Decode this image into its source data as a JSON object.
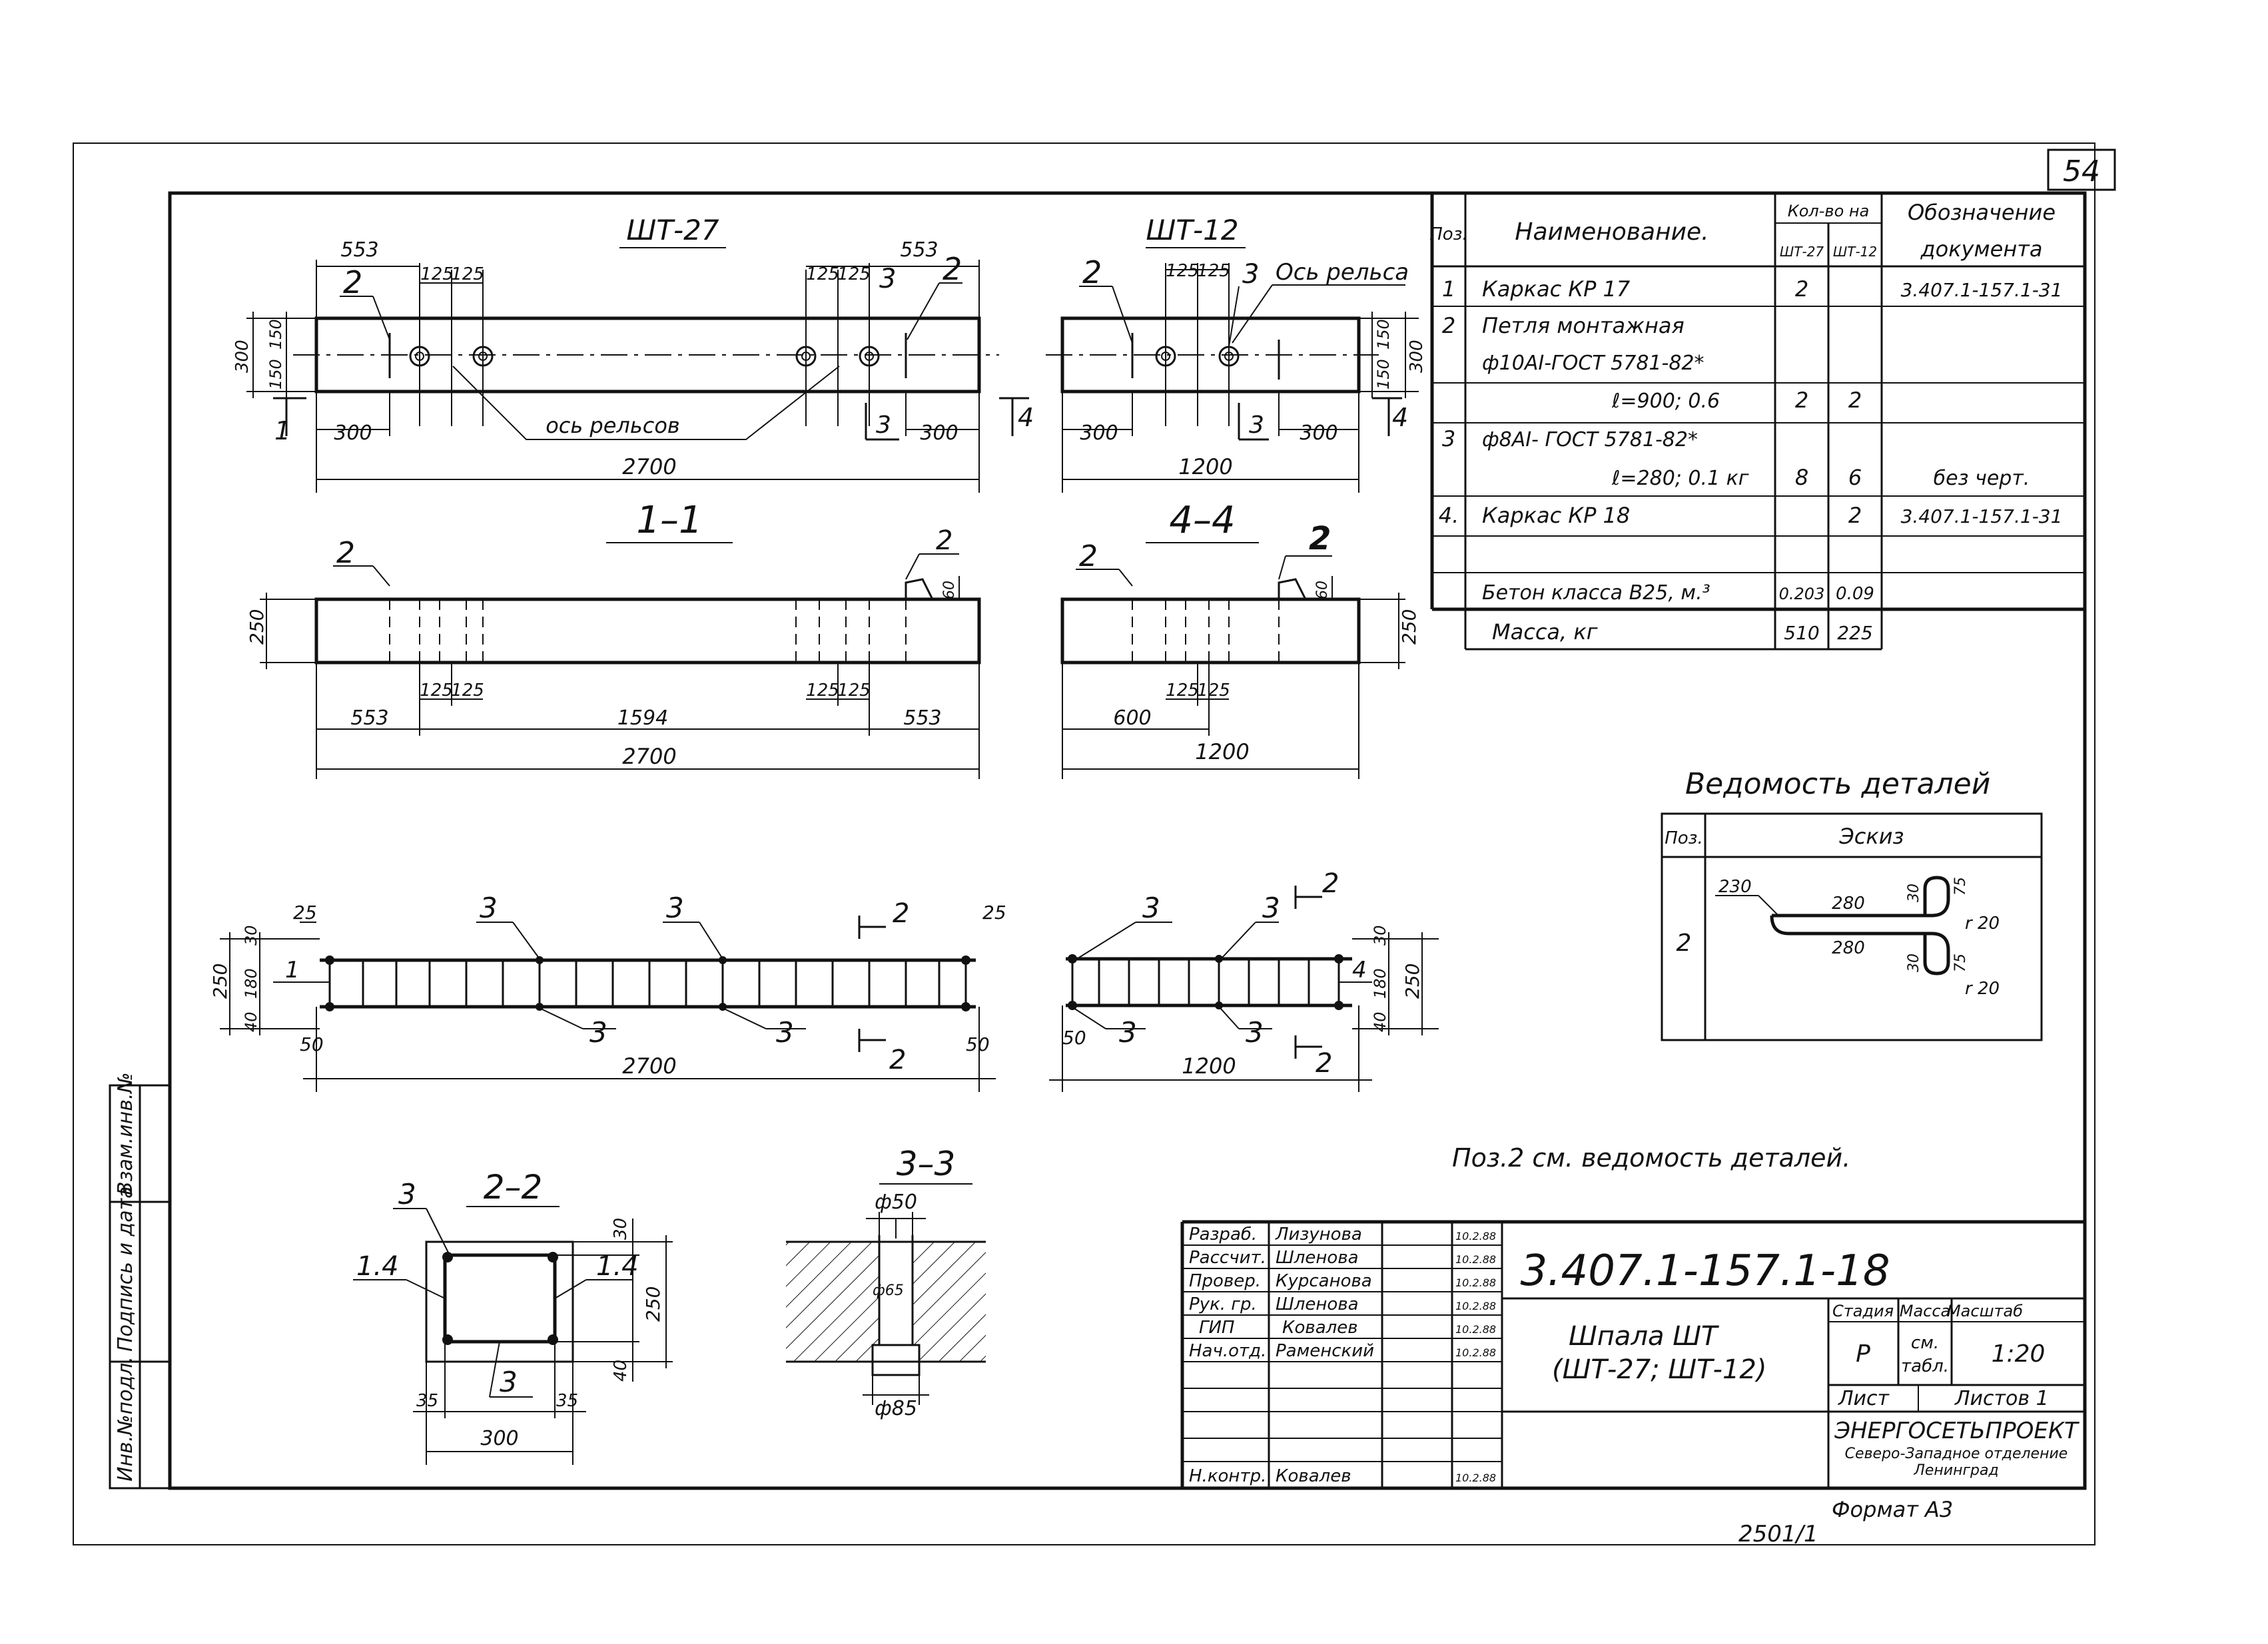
{
  "sheet": {
    "number": "54",
    "format": "Формат А3",
    "inv_number": "2501/1"
  },
  "side_stamp": [
    "Инв.№подл.",
    "Подпись и дата",
    "Взам.инв.№"
  ],
  "views": {
    "sht27": {
      "title": "ШТ-27",
      "d553": "553",
      "d125": "125",
      "d150": "150",
      "d300": "300",
      "d2700": "2700",
      "rail_axis": "ось рельсов",
      "pos2": "2",
      "pos3": "3",
      "sec1": "1",
      "sec3": "3"
    },
    "sht12": {
      "title": "ШТ-12",
      "d125": "125",
      "d150": "150",
      "d300": "300",
      "d1200": "1200",
      "rail_axis": "Ось рельса",
      "pos2": "2",
      "pos3": "3",
      "sec4": "4",
      "sec3": "3"
    },
    "s11": {
      "title": "1–1",
      "d250": "250",
      "d60": "60",
      "d125": "125",
      "d553": "553",
      "d1594": "1594",
      "d2700": "2700",
      "pos2": "2"
    },
    "s44": {
      "title": "4–4",
      "d250": "250",
      "d60": "60",
      "d125": "125",
      "d600": "600",
      "d1200": "1200",
      "pos2": "2"
    },
    "kp17": {
      "d25": "25",
      "d30": "30",
      "d180": "180",
      "d250": "250",
      "d40": "40",
      "d50": "50",
      "d2700": "2700",
      "pos1": "1",
      "pos3": "3",
      "sec2": "2"
    },
    "kp18": {
      "d30": "30",
      "d180": "180",
      "d250": "250",
      "d40": "40",
      "d50": "50",
      "d1200": "1200",
      "pos4": "4",
      "pos3": "3",
      "sec2": "2"
    },
    "s22": {
      "title": "2–2",
      "d30": "30",
      "d250": "250",
      "d40": "40",
      "d35": "35",
      "d300": "300",
      "p14": "1.4",
      "p3": "3"
    },
    "s33": {
      "title": "3–3",
      "d50": "ф50",
      "d65": "ф65",
      "d85": "ф85"
    }
  },
  "spec": {
    "headers": {
      "pos": "Поз.",
      "name": "Наименование.",
      "qty": "Кол-во на",
      "q27": "ШТ-27",
      "q12": "ШТ-12",
      "doc1": "Обозначение",
      "doc2": "документа"
    },
    "rows": [
      {
        "pos": "1",
        "name": "Каркас КР 17",
        "q27": "2",
        "q12": "",
        "doc": "3.407.1-157.1-31"
      },
      {
        "pos": "2",
        "name": "Петля монтажная",
        "q27": "",
        "q12": "",
        "doc": ""
      },
      {
        "pos": "",
        "name": "ф10АI-ГОСТ 5781-82*",
        "q27": "",
        "q12": "",
        "doc": ""
      },
      {
        "pos": "",
        "name": "ℓ=900; 0.6",
        "q27": "2",
        "q12": "2",
        "doc": ""
      },
      {
        "pos": "3",
        "name": "ф8АI- ГОСТ 5781-82*",
        "q27": "",
        "q12": "",
        "doc": ""
      },
      {
        "pos": "",
        "name": "ℓ=280; 0.1 кг",
        "q27": "8",
        "q12": "6",
        "doc": "без черт."
      },
      {
        "pos": "4.",
        "name": "Каркас КР 18",
        "q27": "",
        "q12": "2",
        "doc": "3.407.1-157.1-31"
      },
      {
        "pos": "",
        "name": "",
        "q27": "",
        "q12": "",
        "doc": ""
      },
      {
        "pos": "",
        "name": "Бетон класса В25, м.³",
        "q27": "0.203",
        "q12": "0.09",
        "doc": ""
      },
      {
        "pos": "",
        "name": "Масса, кг",
        "q27": "510",
        "q12": "225",
        "doc": ""
      }
    ]
  },
  "details": {
    "title": "Ведомость деталей",
    "h_pos": "Поз.",
    "h_sketch": "Эскиз",
    "pos": "2",
    "d230": "230",
    "d280a": "280",
    "d280b": "280",
    "d30a": "30",
    "d30b": "30",
    "d75a": "75",
    "d75b": "75",
    "r20a": "r 20",
    "r20b": "r 20"
  },
  "note": "Поз.2 см. ведомость деталей.",
  "title_block": {
    "code": "3.407.1-157.1-18",
    "people": [
      {
        "role": "Разраб.",
        "name": "Лизунова",
        "date": "10.2.88"
      },
      {
        "role": "Рассчит.",
        "name": "Шленова",
        "date": "10.2.88"
      },
      {
        "role": "Провер.",
        "name": "Курсанова",
        "date": "10.2.88"
      },
      {
        "role": "Рук. гр.",
        "name": "Шленова",
        "date": "10.2.88"
      },
      {
        "role": "ГИП",
        "name": "Ковалев",
        "date": "10.2.88"
      },
      {
        "role": "Нач.отд.",
        "name": "Раменский",
        "date": "10.2.88"
      },
      {
        "role": "Н.контр.",
        "name": "Ковалев",
        "date": "10.2.88"
      }
    ],
    "name1": "Шпала ШТ",
    "name2": "(ШТ-27; ШТ-12)",
    "h_stage": "Стадия",
    "h_mass": "Масса",
    "h_scale": "Масштаб",
    "stage": "Р",
    "mass1": "см.",
    "mass2": "табл.",
    "scale": "1:20",
    "sheet": "Лист",
    "sheets": "Листов 1",
    "org1": "ЭНЕРГОСЕТЬПРОЕКТ",
    "org2": "Северо-Западное отделение",
    "org3": "Ленинград"
  }
}
